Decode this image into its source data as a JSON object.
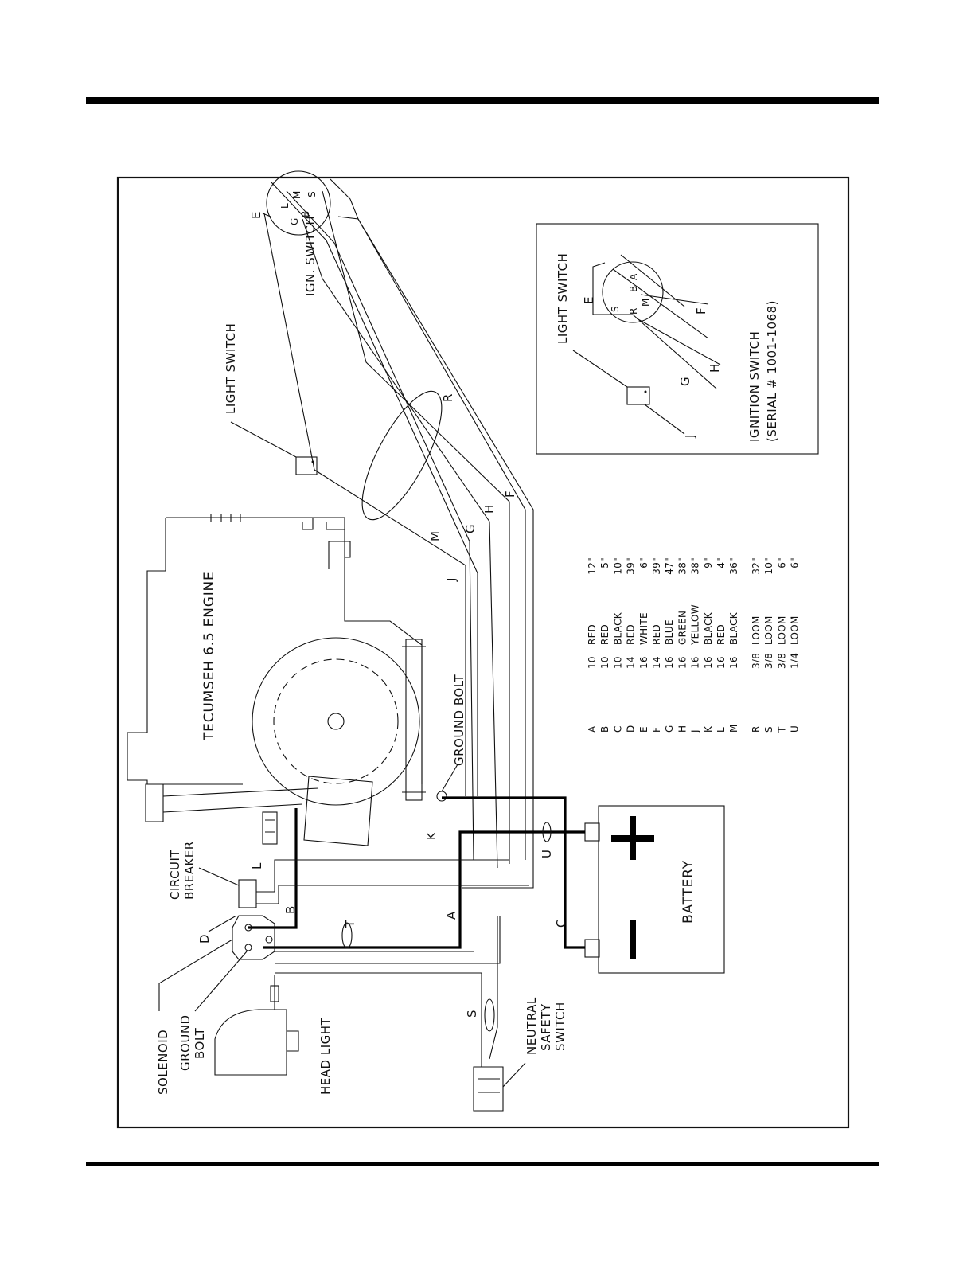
{
  "labels": {
    "engine": "TECUMSEH 6.5 ENGINE",
    "ground_bolt": "GROUND BOLT",
    "battery": "BATTERY",
    "light_switch": "LIGHT SWITCH",
    "ign_switch": "IGN. SWITCH",
    "circuit_breaker_1": "CIRCUIT",
    "circuit_breaker_2": "BREAKER",
    "solenoid": "SOLENOID",
    "ground_bolt_small_1": "GROUND",
    "ground_bolt_small_2": "BOLT",
    "head_light": "HEAD LIGHT",
    "neutral_1": "NEUTRAL",
    "neutral_2": "SAFETY",
    "neutral_3": "SWITCH",
    "battery_plus": "+",
    "battery_minus": "−"
  },
  "terminals": {
    "ign_main": [
      "L",
      "M",
      "S",
      "G",
      "B"
    ],
    "ign_inset": [
      "B",
      "A",
      "S",
      "R",
      "M"
    ]
  },
  "wire_letters": {
    "E": "E",
    "R": "R",
    "F": "F",
    "H": "H",
    "G": "G",
    "M": "M",
    "J": "J",
    "K": "K",
    "L": "L",
    "B": "B",
    "D": "D",
    "T": "T",
    "A": "A",
    "U": "U",
    "C": "C",
    "S": "S"
  },
  "inset": {
    "light_switch": "LIGHT SWITCH",
    "title_1": "IGNITION SWITCH",
    "title_2": "(SERIAL # 1001-1068)",
    "letters": {
      "E": "E",
      "F": "F",
      "G": "G",
      "H": "H",
      "J": "J"
    }
  },
  "wire_table": [
    {
      "id": "A",
      "gauge": "10",
      "color": "RED",
      "length": "12\""
    },
    {
      "id": "B",
      "gauge": "10",
      "color": "RED",
      "length": "5\""
    },
    {
      "id": "C",
      "gauge": "10",
      "color": "BLACK",
      "length": "10\""
    },
    {
      "id": "D",
      "gauge": "14",
      "color": "RED",
      "length": "39\""
    },
    {
      "id": "E",
      "gauge": "16",
      "color": "WHITE",
      "length": "6\""
    },
    {
      "id": "F",
      "gauge": "14",
      "color": "RED",
      "length": "39\""
    },
    {
      "id": "G",
      "gauge": "16",
      "color": "BLUE",
      "length": "47\""
    },
    {
      "id": "H",
      "gauge": "16",
      "color": "GREEN",
      "length": "38\""
    },
    {
      "id": "J",
      "gauge": "16",
      "color": "YELLOW",
      "length": "38\""
    },
    {
      "id": "K",
      "gauge": "16",
      "color": "BLACK",
      "length": "9\""
    },
    {
      "id": "L",
      "gauge": "16",
      "color": "RED",
      "length": "4\""
    },
    {
      "id": "M",
      "gauge": "16",
      "color": "BLACK",
      "length": "36\""
    }
  ],
  "loom_table": [
    {
      "id": "R",
      "gauge": "3/8",
      "color": "LOOM",
      "length": "32\""
    },
    {
      "id": "S",
      "gauge": "3/8",
      "color": "LOOM",
      "length": "10\""
    },
    {
      "id": "T",
      "gauge": "3/8",
      "color": "LOOM",
      "length": "6\""
    },
    {
      "id": "U",
      "gauge": "1/4",
      "color": "LOOM",
      "length": "6\""
    }
  ]
}
